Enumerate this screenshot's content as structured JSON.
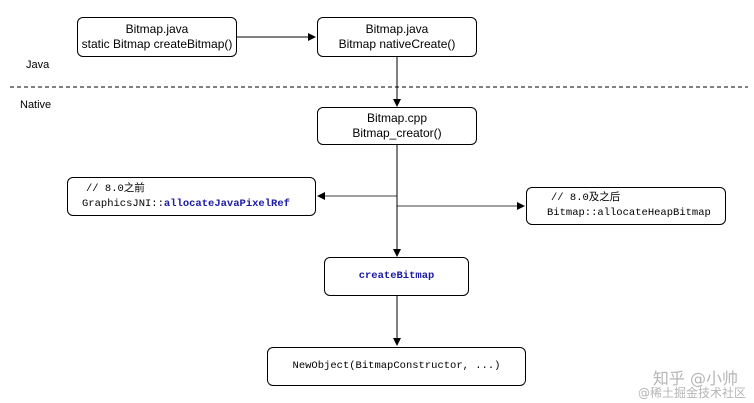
{
  "lanes": {
    "java": "Java",
    "native": "Native"
  },
  "boxes": {
    "create_bitmap_java": {
      "line1": "Bitmap.java",
      "line2": "static Bitmap createBitmap()"
    },
    "native_create_java": {
      "line1": "Bitmap.java",
      "line2": "Bitmap nativeCreate()"
    },
    "bitmap_creator_cpp": {
      "line1": "Bitmap.cpp",
      "line2": "Bitmap_creator()"
    },
    "allocate_java_pixel_ref": {
      "comment": "// 8.0之前",
      "prefix": "GraphicsJNI::",
      "func": "allocateJavaPixelRef"
    },
    "allocate_heap_bitmap": {
      "comment": "// 8.0及之后",
      "code": "Bitmap::allocateHeapBitmap"
    },
    "create_bitmap_native": {
      "label": "createBitmap"
    },
    "new_object": {
      "label": "NewObject(BitmapConstructor, ...)"
    }
  },
  "watermark": {
    "line1": "知乎 @小帅",
    "line2": "@稀土掘金技术社区"
  }
}
